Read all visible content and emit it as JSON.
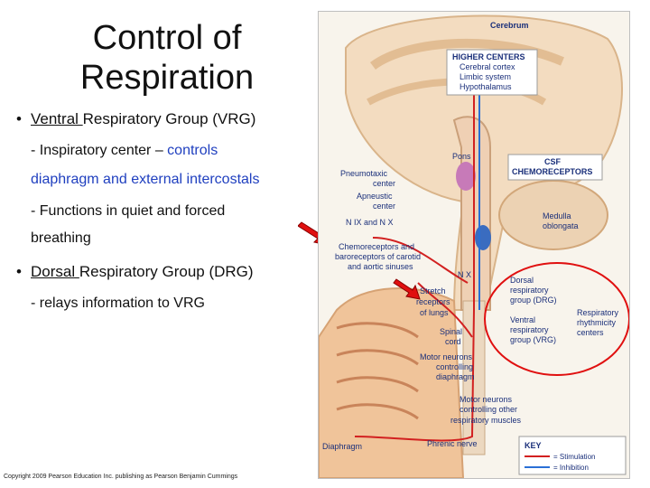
{
  "slide": {
    "title_line1": "Control of",
    "title_line2": "Respiration",
    "bullet1_underlined": "Ventral ",
    "bullet1_rest": "Respiratory Group (VRG)",
    "sub1_line1_a": "- Inspiratory center – ",
    "sub1_line1_b": "controls",
    "sub1_line2": "diaphragm and external intercostals",
    "sub2_line1": "- Functions in quiet and forced",
    "sub2_line2": "breathing",
    "bullet2_underlined": "Dorsal ",
    "bullet2_rest": "Respiratory Group (DRG)",
    "sub3": "- relays information to VRG",
    "copyright": "Copyright 2009 Pearson Education Inc. publishing as Pearson Benjamin Cummings"
  },
  "figure": {
    "cerebrum": "Cerebrum",
    "higher_centers": [
      "HIGHER CENTERS",
      "Cerebral cortex",
      "Limbic system",
      "Hypothalamus"
    ],
    "pons": "Pons",
    "csf": [
      "CSF",
      "CHEMORECEPTORS"
    ],
    "pneumotaxic": [
      "Pneumotaxic",
      "center"
    ],
    "apneustic": [
      "Apneustic",
      "center"
    ],
    "nix_nx": "N IX and N X",
    "medulla": [
      "Medulla",
      "oblongata"
    ],
    "chemoreceptors": [
      "Chemoreceptors and",
      "baroreceptors of carotid",
      "and aortic sinuses"
    ],
    "nx": "N X",
    "dorsal": [
      "Dorsal",
      "respiratory",
      "group (DRG)"
    ],
    "stretch": [
      "Stretch",
      "receptors",
      "of lungs"
    ],
    "ventral": [
      "Ventral",
      "respiratory",
      "group (VRG)"
    ],
    "rhythm": [
      "Respiratory",
      "rhythmicity",
      "centers"
    ],
    "spinal": [
      "Spinal",
      "cord"
    ],
    "motor_diaphragm": [
      "Motor neurons",
      "controlling",
      "diaphragm"
    ],
    "motor_other": [
      "Motor neurons",
      "controlling other",
      "respiratory muscles"
    ],
    "diaphragm": "Diaphragm",
    "phrenic": "Phrenic nerve",
    "key_title": "KEY",
    "key_stim": "= Stimulation",
    "key_inhib": "= Inhibition"
  },
  "colors": {
    "stimulation": "#d22020",
    "inhibition": "#2a6fd6",
    "annotation": "#e01010"
  }
}
